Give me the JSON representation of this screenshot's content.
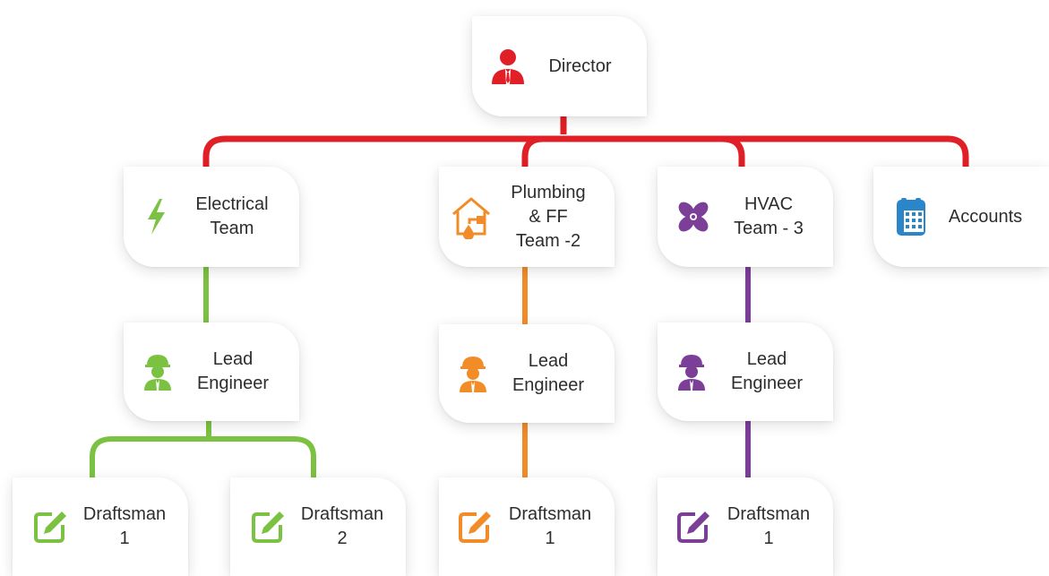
{
  "colors": {
    "director": "#e11f26",
    "electrical": "#7cc242",
    "plumbing": "#f28c28",
    "hvac": "#7b3f98",
    "accounts": "#2a86c8"
  },
  "nodes": {
    "director": {
      "lines": [
        "Director"
      ],
      "icon": "person-tie-icon"
    },
    "electrical": {
      "lines": [
        "Electrical",
        "Team"
      ],
      "icon": "lightning-bolt-icon"
    },
    "plumbing": {
      "lines": [
        "Plumbing",
        "& FF",
        "Team -2"
      ],
      "icon": "house-water-drop-icon"
    },
    "hvac": {
      "lines": [
        "HVAC",
        "Team - 3"
      ],
      "icon": "fan-icon"
    },
    "accounts": {
      "lines": [
        "Accounts"
      ],
      "icon": "calculator-icon"
    },
    "electrical_lead": {
      "lines": [
        "Lead",
        "Engineer"
      ],
      "icon": "engineer-helmet-icon"
    },
    "plumbing_lead": {
      "lines": [
        "Lead",
        "Engineer"
      ],
      "icon": "engineer-helmet-icon"
    },
    "hvac_lead": {
      "lines": [
        "Lead",
        "Engineer"
      ],
      "icon": "engineer-helmet-icon"
    },
    "electrical_draftsman_1": {
      "lines": [
        "Draftsman",
        "1"
      ],
      "icon": "edit-pencil-icon"
    },
    "electrical_draftsman_2": {
      "lines": [
        "Draftsman",
        "2"
      ],
      "icon": "edit-pencil-icon"
    },
    "plumbing_draftsman": {
      "lines": [
        "Draftsman",
        "1"
      ],
      "icon": "edit-pencil-icon"
    },
    "hvac_draftsman": {
      "lines": [
        "Draftsman",
        "1"
      ],
      "icon": "edit-pencil-icon"
    }
  }
}
